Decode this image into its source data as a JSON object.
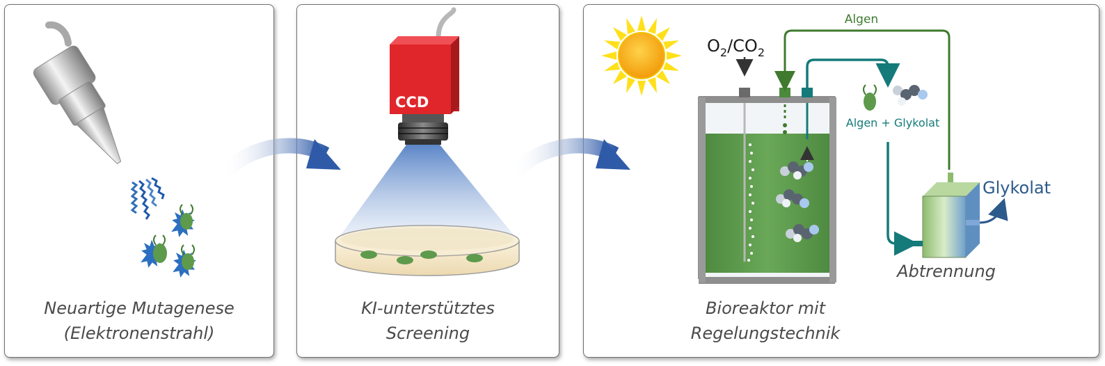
{
  "panels": [
    {
      "caption_line1": "Neuartige Mutagenese",
      "caption_line2": "(Elektronenstrahl)"
    },
    {
      "caption_line1": "KI-unterstütztes",
      "caption_line2": "Screening"
    },
    {
      "caption_line1": "Bioreaktor mit",
      "caption_line2": "Regelungstechnik"
    }
  ],
  "camera_label": "CCD",
  "gas_label_main": "O",
  "gas_sub_1": "2",
  "gas_sep": "/CO",
  "gas_sub_2": "2",
  "algae_label": "Algen",
  "mixture_label": "Algen + Glykolat",
  "product_label": "Glykolat",
  "separation_label": "Abtrennung",
  "colors": {
    "camera_red": "#e0262b",
    "reactor_green": "#5e9a4c",
    "algae_line": "#3f7a2e",
    "teal_line": "#147a7a",
    "arrow_blue": "#2f5aa8",
    "product_blue": "#2c5a8a"
  }
}
